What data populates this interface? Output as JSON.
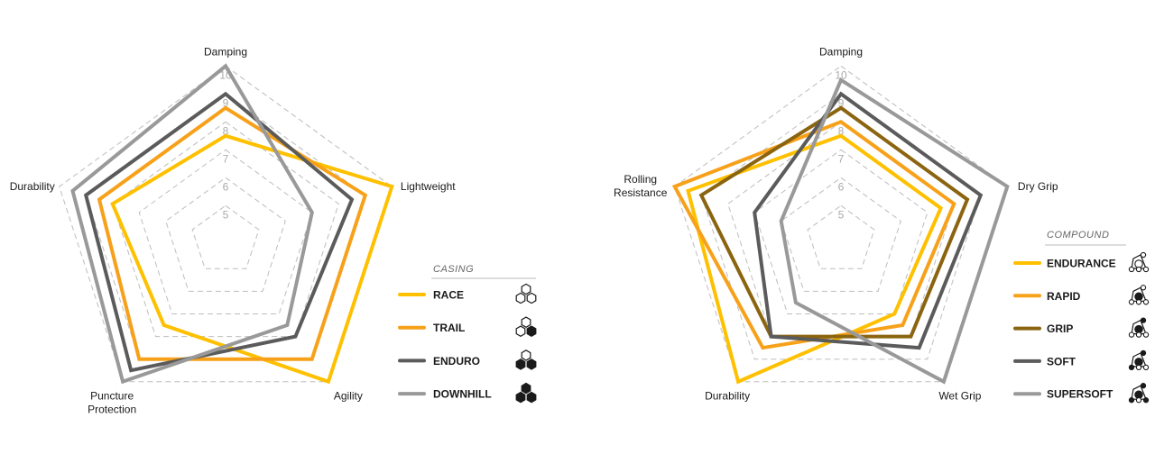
{
  "chart_data": [
    {
      "type": "radar",
      "title": "",
      "axes": [
        "Damping",
        "Lightweight",
        "Agility",
        "Puncture|Protection",
        "Durability"
      ],
      "ticks": [
        5,
        6,
        7,
        8,
        9,
        10
      ],
      "range": [
        4,
        10
      ],
      "legend_title": "CASING",
      "legend_placement": "right",
      "series": [
        {
          "name": "RACE",
          "color": "#FFC000",
          "values": [
            7.5,
            10,
            10,
            7.5,
            8
          ],
          "icon": "hex-cluster-icon",
          "hex_filled": [
            false,
            false,
            false
          ]
        },
        {
          "name": "TRAIL",
          "color": "#F7A11A",
          "values": [
            8.5,
            9,
            9,
            9,
            8.5
          ],
          "icon": "hex-cluster-icon",
          "hex_filled": [
            false,
            false,
            true
          ]
        },
        {
          "name": "ENDURO",
          "color": "#5B5B5B",
          "values": [
            9,
            8.5,
            8,
            9.5,
            9
          ],
          "icon": "hex-cluster-icon",
          "hex_filled": [
            false,
            true,
            true
          ]
        },
        {
          "name": "DOWNHILL",
          "color": "#999999",
          "values": [
            10,
            7,
            7.5,
            10,
            9.5
          ],
          "icon": "hex-cluster-icon",
          "hex_filled": [
            true,
            true,
            true
          ]
        }
      ]
    },
    {
      "type": "radar",
      "title": "",
      "axes": [
        "Damping",
        "Dry Grip",
        "Wet Grip",
        "Durability",
        "Rolling|Resistance"
      ],
      "ticks": [
        5,
        6,
        7,
        8,
        9,
        10
      ],
      "range": [
        4,
        10
      ],
      "legend_title": "COMPOUND",
      "legend_placement": "right",
      "series": [
        {
          "name": "ENDURANCE",
          "color": "#FFC000",
          "values": [
            7.5,
            7.5,
            7,
            10,
            9.5
          ],
          "icon": "compound-molecule-icon",
          "filled_nodes": 0
        },
        {
          "name": "RAPID",
          "color": "#F7A11A",
          "values": [
            8,
            8,
            7.5,
            8.5,
            10
          ],
          "icon": "compound-molecule-icon",
          "filled_nodes": 1
        },
        {
          "name": "GRIP",
          "color": "#8B6410",
          "values": [
            8.5,
            8.5,
            8,
            8,
            9
          ],
          "icon": "compound-molecule-icon",
          "filled_nodes": 2
        },
        {
          "name": "SOFT",
          "color": "#5B5B5B",
          "values": [
            9,
            9,
            8.5,
            8,
            7
          ],
          "icon": "compound-molecule-icon",
          "filled_nodes": 3
        },
        {
          "name": "SUPERSOFT",
          "color": "#999999",
          "values": [
            9.5,
            10,
            10,
            6.5,
            6
          ],
          "icon": "compound-molecule-icon",
          "filled_nodes": 4
        }
      ]
    }
  ]
}
